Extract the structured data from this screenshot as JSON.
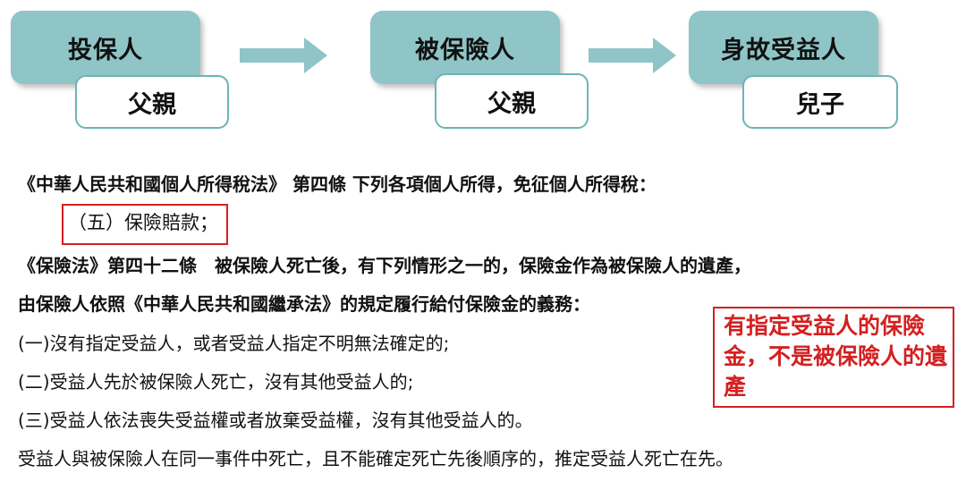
{
  "flow": {
    "roles": [
      {
        "title": "投保人",
        "person": "父親"
      },
      {
        "title": "被保險人",
        "person": "父親"
      },
      {
        "title": "身故受益人",
        "person": "兒子"
      }
    ]
  },
  "text": {
    "line1": "《中華人民共和國個人所得稅法》 第四條 下列各項個人所得，免征個人所得稅：",
    "line2": "（五）保險賠款；",
    "line3": "《保險法》第四十二條　被保險人死亡後，有下列情形之一的，保險金作為被保險人的遺產，",
    "line4": "由保險人依照《中華人民共和國繼承法》的規定履行給付保險金的義務：",
    "line5": "(一)沒有指定受益人，或者受益人指定不明無法確定的;",
    "line6": "(二)受益人先於被保險人死亡，沒有其他受益人的;",
    "line7": "(三)受益人依法喪失受益權或者放棄受益權，沒有其他受益人的。",
    "line8": "受益人與被保險人在同一事件中死亡，且不能確定死亡先後順序的，推定受益人死亡在先。"
  },
  "note": {
    "text": "有指定受益人的保險金，不是被保險人的遺產"
  },
  "colors": {
    "teal": "#8fc5c6",
    "teal_border": "#6fb3b6",
    "red": "#d42020"
  }
}
